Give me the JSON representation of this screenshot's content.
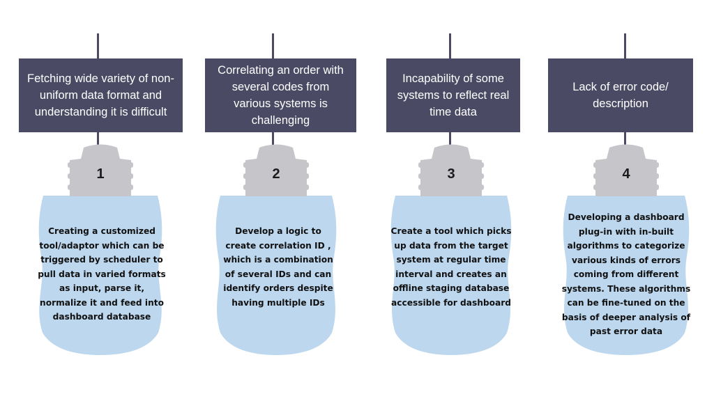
{
  "colors": {
    "box": "#4a4a64",
    "bulb_base": "#c6c5c9",
    "bulb_glass": "#bdd7ee"
  },
  "items": [
    {
      "number": "1",
      "problem": "Fetching wide variety of non-uniform data format and understanding it is difficult",
      "solution": "Creating a customized tool/adaptor which can be triggered by scheduler to pull data in varied formats as input, parse it, normalize it and feed into dashboard database"
    },
    {
      "number": "2",
      "problem": "Correlating an order with several codes from various systems is challenging",
      "solution": "Develop a logic to create correlation ID , which is a combination of several IDs and can identify orders despite having multiple IDs"
    },
    {
      "number": "3",
      "problem": "Incapability of some systems to reflect real time data",
      "solution": "Create a tool which picks up data from the target system at regular time interval and creates an offline staging database accessible for dashboard"
    },
    {
      "number": "4",
      "problem": "Lack of error code/ description",
      "solution": "Developing a dashboard plug-in with in-built algorithms to categorize various kinds of errors coming from different systems. These algorithms can be fine-tuned on the basis of deeper analysis of past error data"
    }
  ]
}
